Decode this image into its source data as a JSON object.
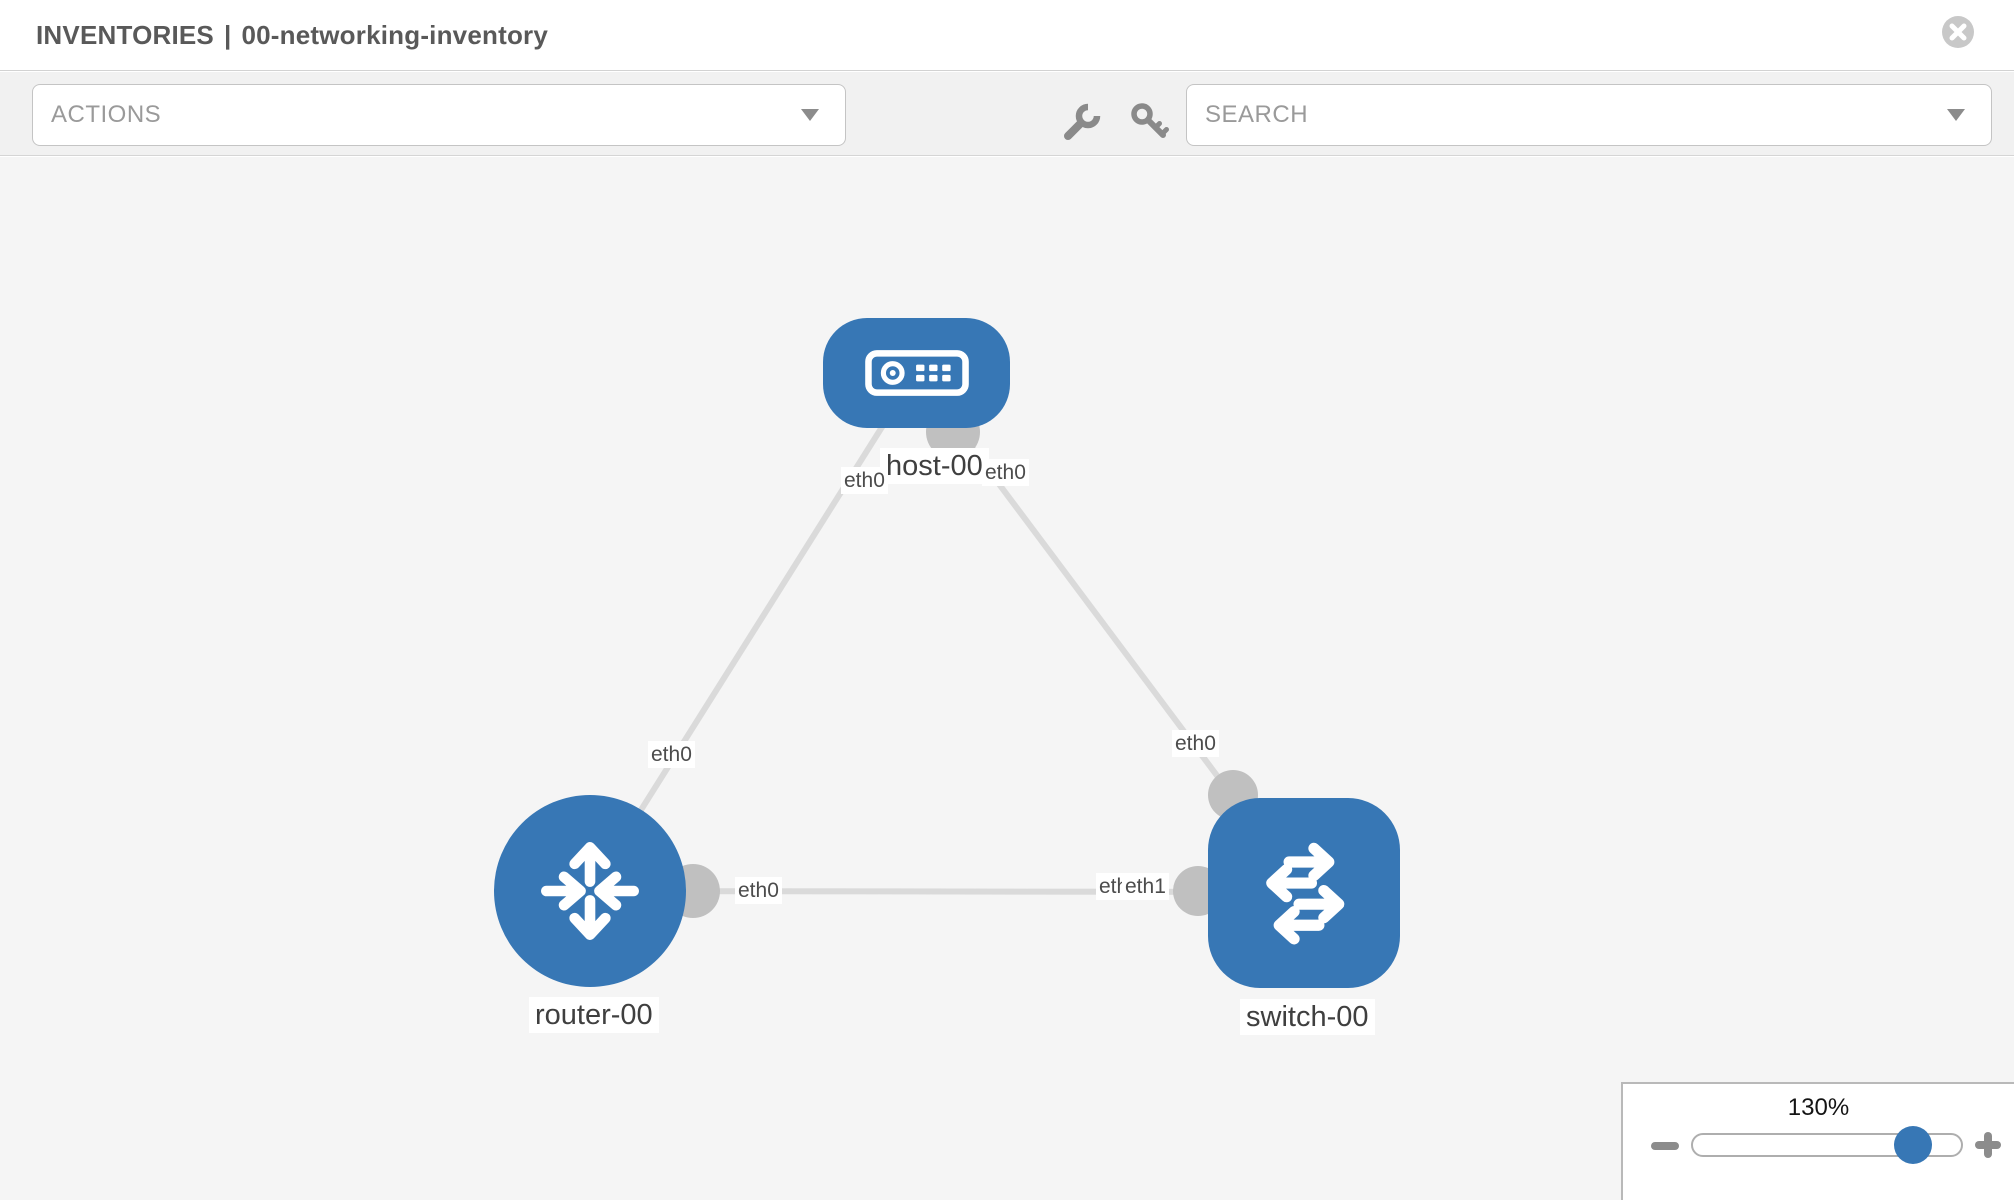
{
  "window": {
    "title_primary": "INVENTORIES",
    "title_separator": "|",
    "title_secondary": "00-networking-inventory"
  },
  "toolbar": {
    "actions_dropdown": {
      "label": "ACTIONS"
    },
    "tools": [
      {
        "icon": "wrench-icon"
      },
      {
        "icon": "key-icon"
      }
    ],
    "search_dropdown": {
      "placeholder": "SEARCH"
    }
  },
  "topology": {
    "nodes": [
      {
        "id": "host-00",
        "type": "host",
        "label": "host-00"
      },
      {
        "id": "router-00",
        "type": "router",
        "label": "router-00"
      },
      {
        "id": "switch-00",
        "type": "switch",
        "label": "switch-00"
      }
    ],
    "links": [
      {
        "from": "host-00",
        "from_interface": "eth0",
        "to": "router-00",
        "to_interface": "eth0"
      },
      {
        "from": "host-00",
        "from_interface": "eth0",
        "to": "switch-00",
        "to_interface": "eth0"
      },
      {
        "from": "router-00",
        "from_interface": "eth0",
        "to": "switch-00",
        "to_interface": "eth1"
      }
    ],
    "interface_labels": {
      "host_left": "eth0",
      "host_right": "eth0",
      "router_top": "eth0",
      "switch_top": "eth0",
      "router_right": "eth0",
      "switch_left_back": "eth0",
      "switch_left_front": "eth1"
    }
  },
  "zoom_control": {
    "level": "130%"
  },
  "colors": {
    "node_blue": "#3777b5",
    "link_gray": "#dadada",
    "endpoint_gray": "#c0c0c0",
    "canvas_bg": "#f5f5f5"
  }
}
